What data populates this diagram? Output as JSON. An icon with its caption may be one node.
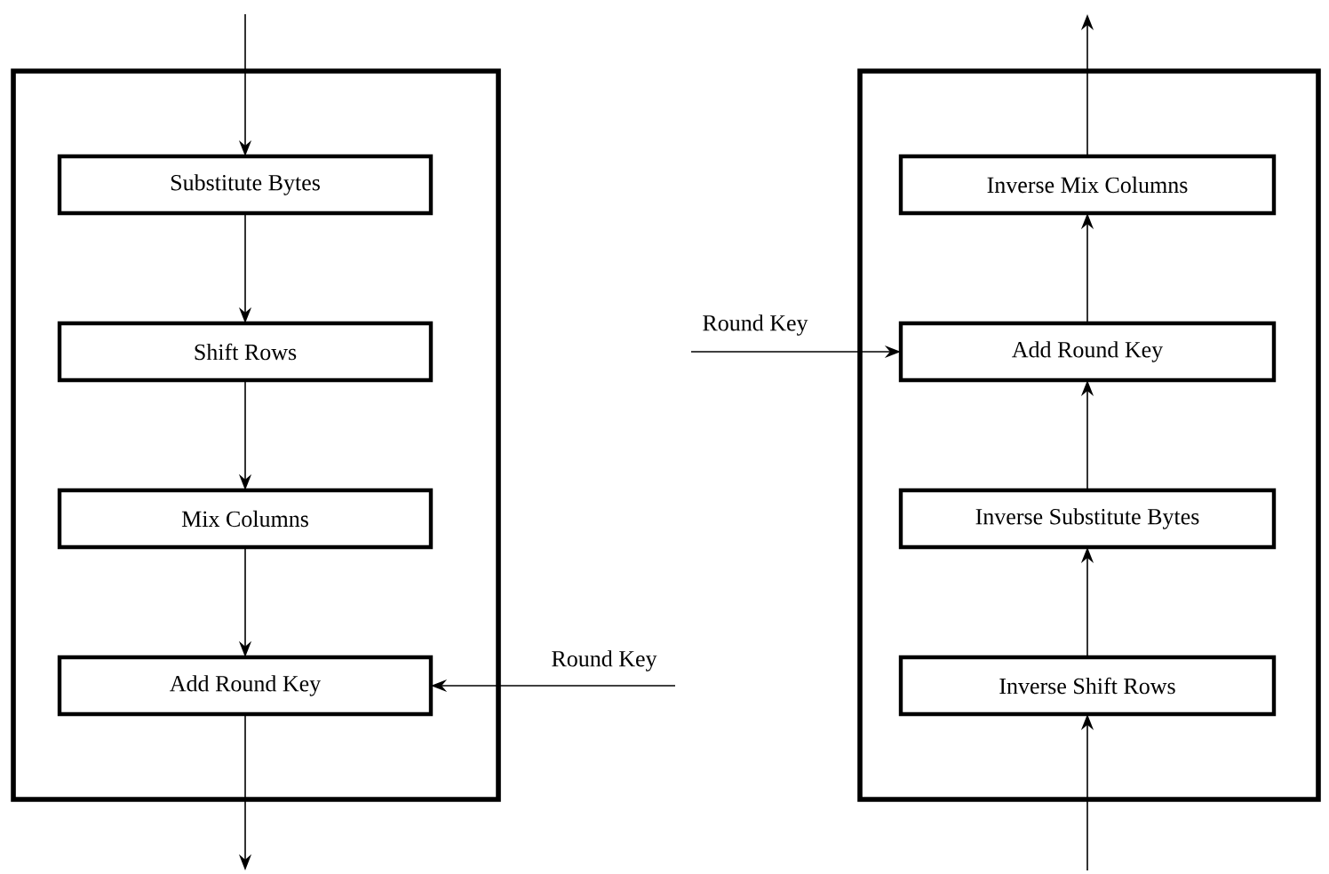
{
  "diagram": {
    "nodes": [
      {
        "text": [],
        "shape": "box"
      },
      {
        "text": [
          "Substitute Bytes"
        ],
        "in": 0
      },
      {
        "text": [
          "Shift Rows"
        ],
        "in": 0
      },
      {
        "text": [
          "Mix Columns"
        ],
        "in": 0
      },
      {
        "text": [
          "Add Round Key"
        ],
        "in": 0
      },
      {
        "text": [],
        "shape": "box"
      },
      {
        "text": [
          "Inverse Mix Columns"
        ],
        "in": 5
      },
      {
        "text": [
          "Add Round Key"
        ],
        "in": 5
      },
      {
        "text": [
          "Inverse Substitute Bytes"
        ],
        "in": 5
      },
      {
        "text": [
          "Inverse Shift Rows"
        ],
        "in": 5
      }
    ],
    "edges": [
      {
        "from": null,
        "to": 1,
        "arrow": "to"
      },
      {
        "from": 1,
        "to": 2,
        "arrow": "to"
      },
      {
        "from": 2,
        "to": 3,
        "arrow": "to"
      },
      {
        "from": 3,
        "to": 4,
        "arrow": "to"
      },
      {
        "from": 4,
        "to": null,
        "arrow": "to"
      },
      {
        "from": null,
        "to": 4,
        "arrow": "to",
        "label": "Round Key"
      },
      {
        "from": null,
        "to": 9,
        "arrow": "to"
      },
      {
        "from": 9,
        "to": 8,
        "arrow": "to"
      },
      {
        "from": 8,
        "to": 7,
        "arrow": "to"
      },
      {
        "from": 7,
        "to": 6,
        "arrow": "to"
      },
      {
        "from": 6,
        "to": null,
        "arrow": "to"
      },
      {
        "from": null,
        "to": 7,
        "arrow": "to",
        "label": "Round Key"
      }
    ]
  }
}
